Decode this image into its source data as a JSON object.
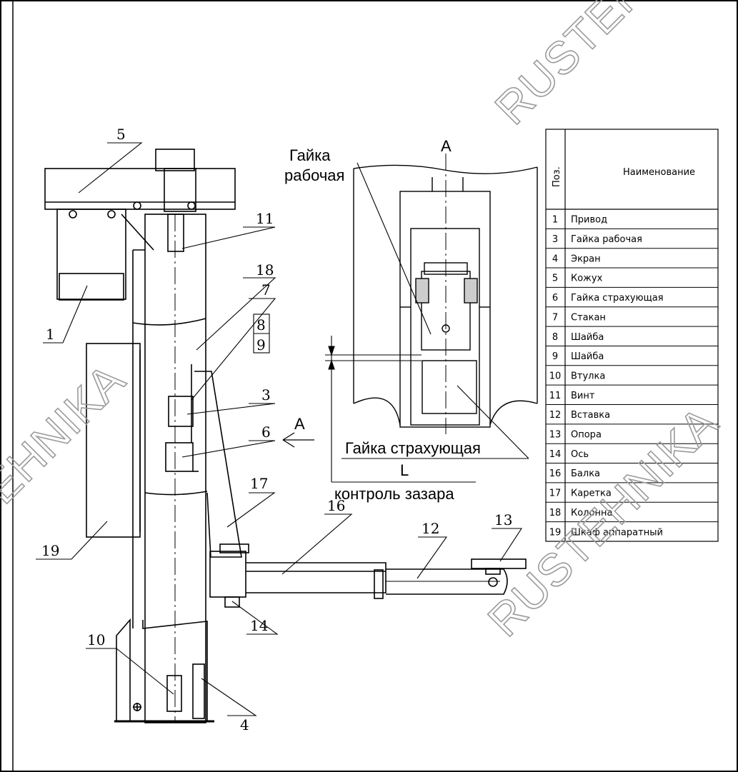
{
  "drawing": {
    "callouts": [
      "5",
      "11",
      "18",
      "7",
      "8",
      "9",
      "3",
      "6",
      "1",
      "19",
      "17",
      "16",
      "12",
      "13",
      "14",
      "10",
      "4"
    ],
    "detail": {
      "view_letter": "A",
      "view_arrow_letter": "A",
      "work_nut_line1": "Гайка",
      "work_nut_line2": "рабочая",
      "safety_nut": "Гайка страхующая",
      "gap_symbol": "L",
      "gap_control": "контроль зазара"
    }
  },
  "table": {
    "header_pos": "Поз.",
    "header_name": "Наименование",
    "rows": [
      {
        "pos": "1",
        "name": "Привод"
      },
      {
        "pos": "3",
        "name": "Гайка рабочая"
      },
      {
        "pos": "4",
        "name": "Экран"
      },
      {
        "pos": "5",
        "name": "Кожух"
      },
      {
        "pos": "6",
        "name": "Гайка страхующая"
      },
      {
        "pos": "7",
        "name": "Стакан"
      },
      {
        "pos": "8",
        "name": "Шайба"
      },
      {
        "pos": "9",
        "name": "Шайба"
      },
      {
        "pos": "10",
        "name": "Втулка"
      },
      {
        "pos": "11",
        "name": "Винт"
      },
      {
        "pos": "12",
        "name": "Вставка"
      },
      {
        "pos": "13",
        "name": "Опора"
      },
      {
        "pos": "14",
        "name": "Ось"
      },
      {
        "pos": "16",
        "name": "Балка"
      },
      {
        "pos": "17",
        "name": "Каретка"
      },
      {
        "pos": "18",
        "name": "Колонна"
      },
      {
        "pos": "19",
        "name": "Шкаф аппаратный"
      }
    ]
  },
  "watermark": "RUSTEHNIKA"
}
